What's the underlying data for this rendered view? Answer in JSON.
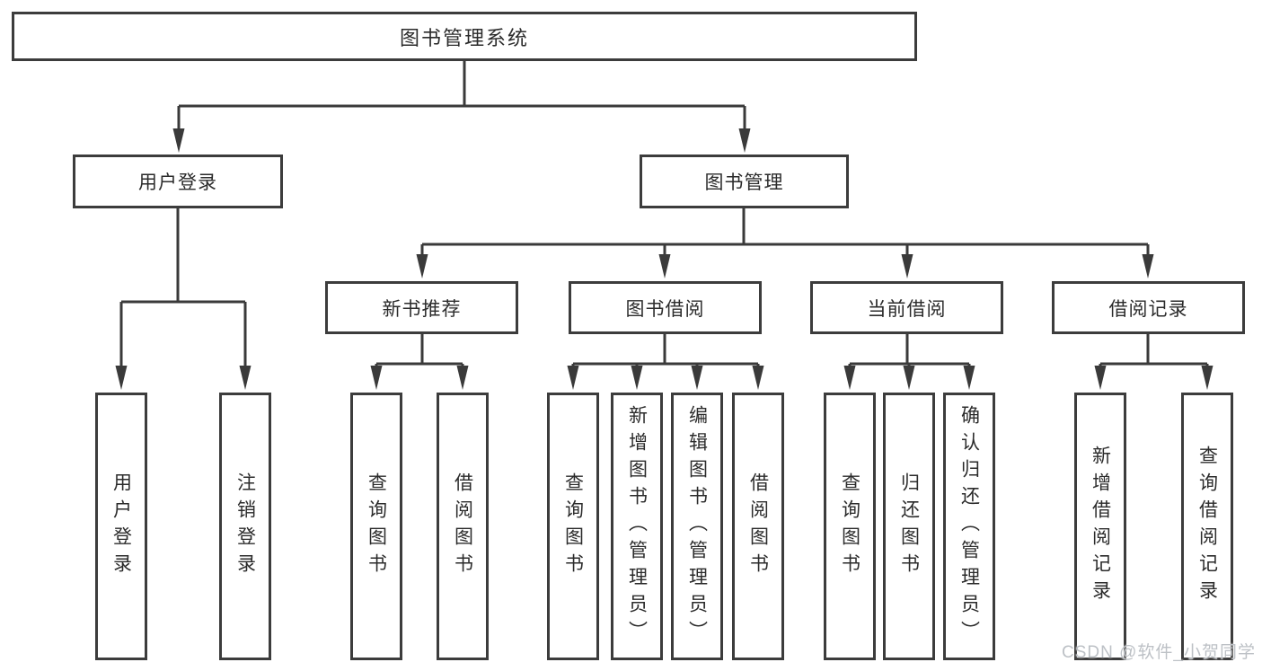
{
  "diagram": {
    "root": {
      "label": "图书管理系统"
    },
    "branches": [
      {
        "label": "用户登录",
        "children": [
          "用户登录",
          "注销登录"
        ]
      },
      {
        "label": "图书管理",
        "children": [
          {
            "label": "新书推荐",
            "children": [
              "查询图书",
              "借阅图书"
            ]
          },
          {
            "label": "图书借阅",
            "children": [
              "查询图书",
              "新增图书（管理员）",
              "编辑图书（管理员）",
              "借阅图书"
            ]
          },
          {
            "label": "当前借阅",
            "children": [
              "查询图书",
              "归还图书",
              "确认归还（管理员）"
            ]
          },
          {
            "label": "借阅记录",
            "children": [
              "新增借阅记录",
              "查询借阅记录"
            ]
          }
        ]
      }
    ]
  },
  "watermark": {
    "text": "CSDN @软件_小贺同学"
  },
  "colors": {
    "line": "#3a3a3a",
    "box_border": "#3c3c3c",
    "text": "#2b2b2b",
    "watermark": "#bdc1c6",
    "background": "#ffffff"
  }
}
